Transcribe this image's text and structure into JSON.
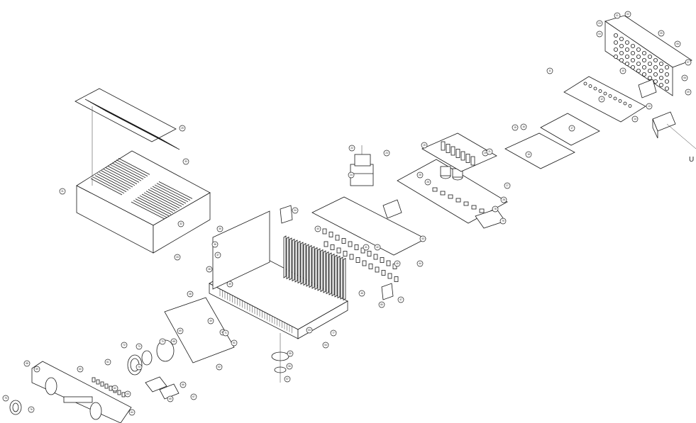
{
  "diagram": {
    "edge_label": "U",
    "callouts": [
      "01",
      "02",
      "03",
      "04",
      "05",
      "06",
      "07",
      "08",
      "09",
      "10",
      "11",
      "12",
      "13",
      "14",
      "15",
      "16",
      "17",
      "18",
      "19",
      "20",
      "21",
      "22",
      "23",
      "24",
      "25",
      "26",
      "27",
      "28",
      "29",
      "30",
      "31",
      "32",
      "33",
      "34",
      "35",
      "36",
      "37",
      "38",
      "39",
      "40",
      "41",
      "42",
      "43",
      "44",
      "45",
      "46",
      "47",
      "48",
      "49",
      "50",
      "51",
      "52",
      "53",
      "54",
      "55",
      "56",
      "57",
      "58",
      "59",
      "60",
      "61",
      "62",
      "63",
      "64",
      "65",
      "66",
      "67",
      "68",
      "69",
      "70",
      "71",
      "72",
      "73",
      "74",
      "75",
      "76",
      "77",
      "78",
      "79",
      "80"
    ]
  }
}
